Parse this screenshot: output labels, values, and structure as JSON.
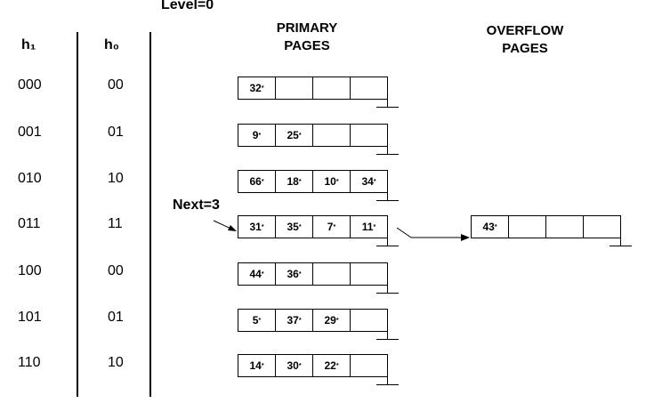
{
  "level_label": "Level=0",
  "headers": {
    "h1": "h₁",
    "h0": "h₀"
  },
  "primary_title": [
    "PRIMARY",
    "PAGES"
  ],
  "overflow_title": [
    "OVERFLOW",
    "PAGES"
  ],
  "next_label": "Next=3",
  "rows": [
    {
      "h1": "000",
      "h0": "00",
      "entries": [
        "32*",
        "",
        "",
        ""
      ]
    },
    {
      "h1": "001",
      "h0": "01",
      "entries": [
        "9*",
        "25*",
        "",
        ""
      ]
    },
    {
      "h1": "010",
      "h0": "10",
      "entries": [
        "66*",
        "18*",
        "10*",
        "34*"
      ]
    },
    {
      "h1": "011",
      "h0": "11",
      "entries": [
        "31*",
        "35*",
        "7*",
        "11*"
      ]
    },
    {
      "h1": "100",
      "h0": "00",
      "entries": [
        "44*",
        "36*",
        "",
        ""
      ]
    },
    {
      "h1": "101",
      "h0": "01",
      "entries": [
        "5*",
        "37*",
        "29*",
        ""
      ]
    },
    {
      "h1": "110",
      "h0": "10",
      "entries": [
        "14*",
        "30*",
        "22*",
        ""
      ]
    }
  ],
  "overflow": {
    "row": 3,
    "entries": [
      "43*",
      "",
      "",
      ""
    ]
  }
}
